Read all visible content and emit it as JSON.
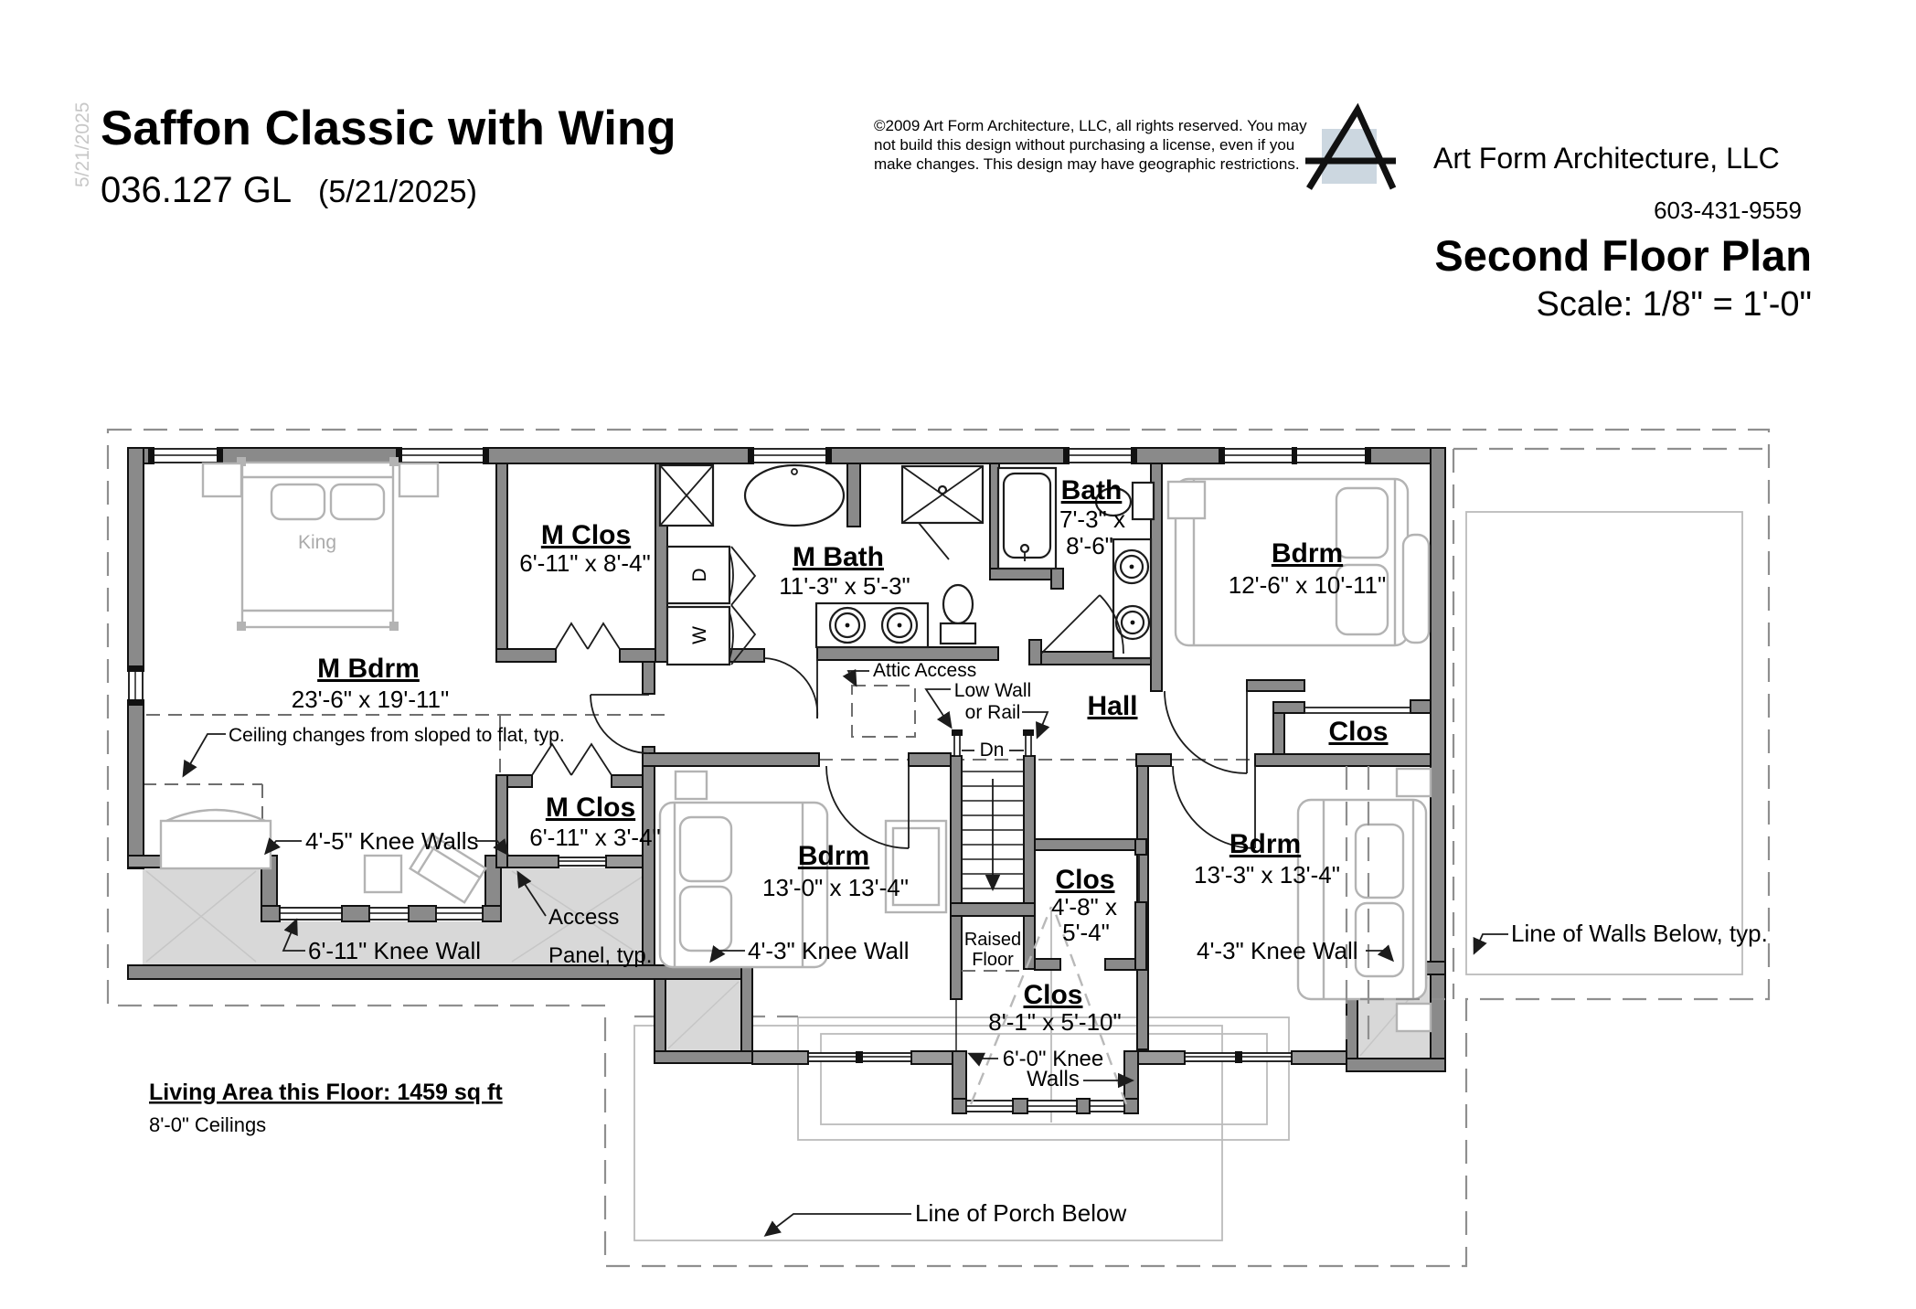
{
  "page": {
    "edge_date": "5/21/2025"
  },
  "header": {
    "title": "Saffon Classic with Wing",
    "plan_number": "036.127 GL",
    "plan_date": "(5/21/2025)",
    "copyright_line1": "©2009 Art Form Architecture, LLC, all rights reserved. You may",
    "copyright_line2": "not build this design without purchasing a license, even if you",
    "copyright_line3": "make changes. This design may have geographic restrictions.",
    "firm_name": "Art Form Architecture, LLC",
    "phone": "603-431-9559",
    "sheet_title": "Second Floor Plan",
    "scale_note": "Scale: 1/8\" = 1'-0\""
  },
  "plan": {
    "rooms": {
      "m_bdrm": {
        "name": "M Bdrm",
        "dims": "23'-6\" x 19'-11\""
      },
      "m_clos": {
        "name": "M Clos",
        "dims": "6'-11\" x 8'-4\""
      },
      "m_bath": {
        "name": "M Bath",
        "dims": "11'-3\" x 5'-3\""
      },
      "bath": {
        "name": "Bath",
        "dims_line1": "7'-3\" x",
        "dims_line2": "8'-6\""
      },
      "bdrm_ne": {
        "name": "Bdrm",
        "dims": "12'-6\" x 10'-11\""
      },
      "hall": {
        "name": "Hall"
      },
      "clos_e": {
        "name": "Clos"
      },
      "bdrm_se": {
        "name": "Bdrm",
        "dims": "13'-3\" x 13'-4\""
      },
      "bdrm_s": {
        "name": "Bdrm",
        "dims": "13'-0\" x 13'-4\""
      },
      "clos_mid": {
        "name": "Clos",
        "dims_line1": "4'-8\" x",
        "dims_line2": "5'-4\""
      },
      "clos_s": {
        "name": "Clos",
        "dims": "8'-1\" x 5'-10\""
      },
      "m_clos2": {
        "name": "M Clos",
        "dims": "6'-11\" x 3'-4\""
      },
      "raised_floor": {
        "line1": "Raised",
        "line2": "Floor"
      }
    },
    "annotations": {
      "ceiling_change": "Ceiling changes from sloped to flat, typ.",
      "knee_wall_45": "4'-5\" Knee Walls",
      "knee_wall_611": "6'-11\" Knee Wall",
      "access_panel_line1": "Access",
      "access_panel_line2": "Panel, typ.",
      "attic_access": "Attic Access",
      "low_wall_line1": "Low Wall",
      "low_wall_line2": "or Rail",
      "down": "Dn",
      "knee_wall_43_left": "4'-3\" Knee Wall",
      "knee_wall_43_right": "4'-3\" Knee Wall",
      "walls_below": "Line of Walls Below, typ.",
      "knee_walls_60_line1": "6'-0\" Knee",
      "knee_walls_60_line2": "Walls",
      "porch_below": "Line of Porch Below",
      "king_bed": "King",
      "dryer": "D",
      "washer": "W"
    },
    "summary": {
      "living_area": "Living Area this Floor: 1459 sq ft",
      "ceiling_height": "8'-0\" Ceilings"
    }
  },
  "colors": {
    "wall_fill": "#8a8a8a",
    "attic_fill": "#d8d8d8",
    "logo_square": "#ccd7e0",
    "dashed_line": "#8f8f8f"
  }
}
